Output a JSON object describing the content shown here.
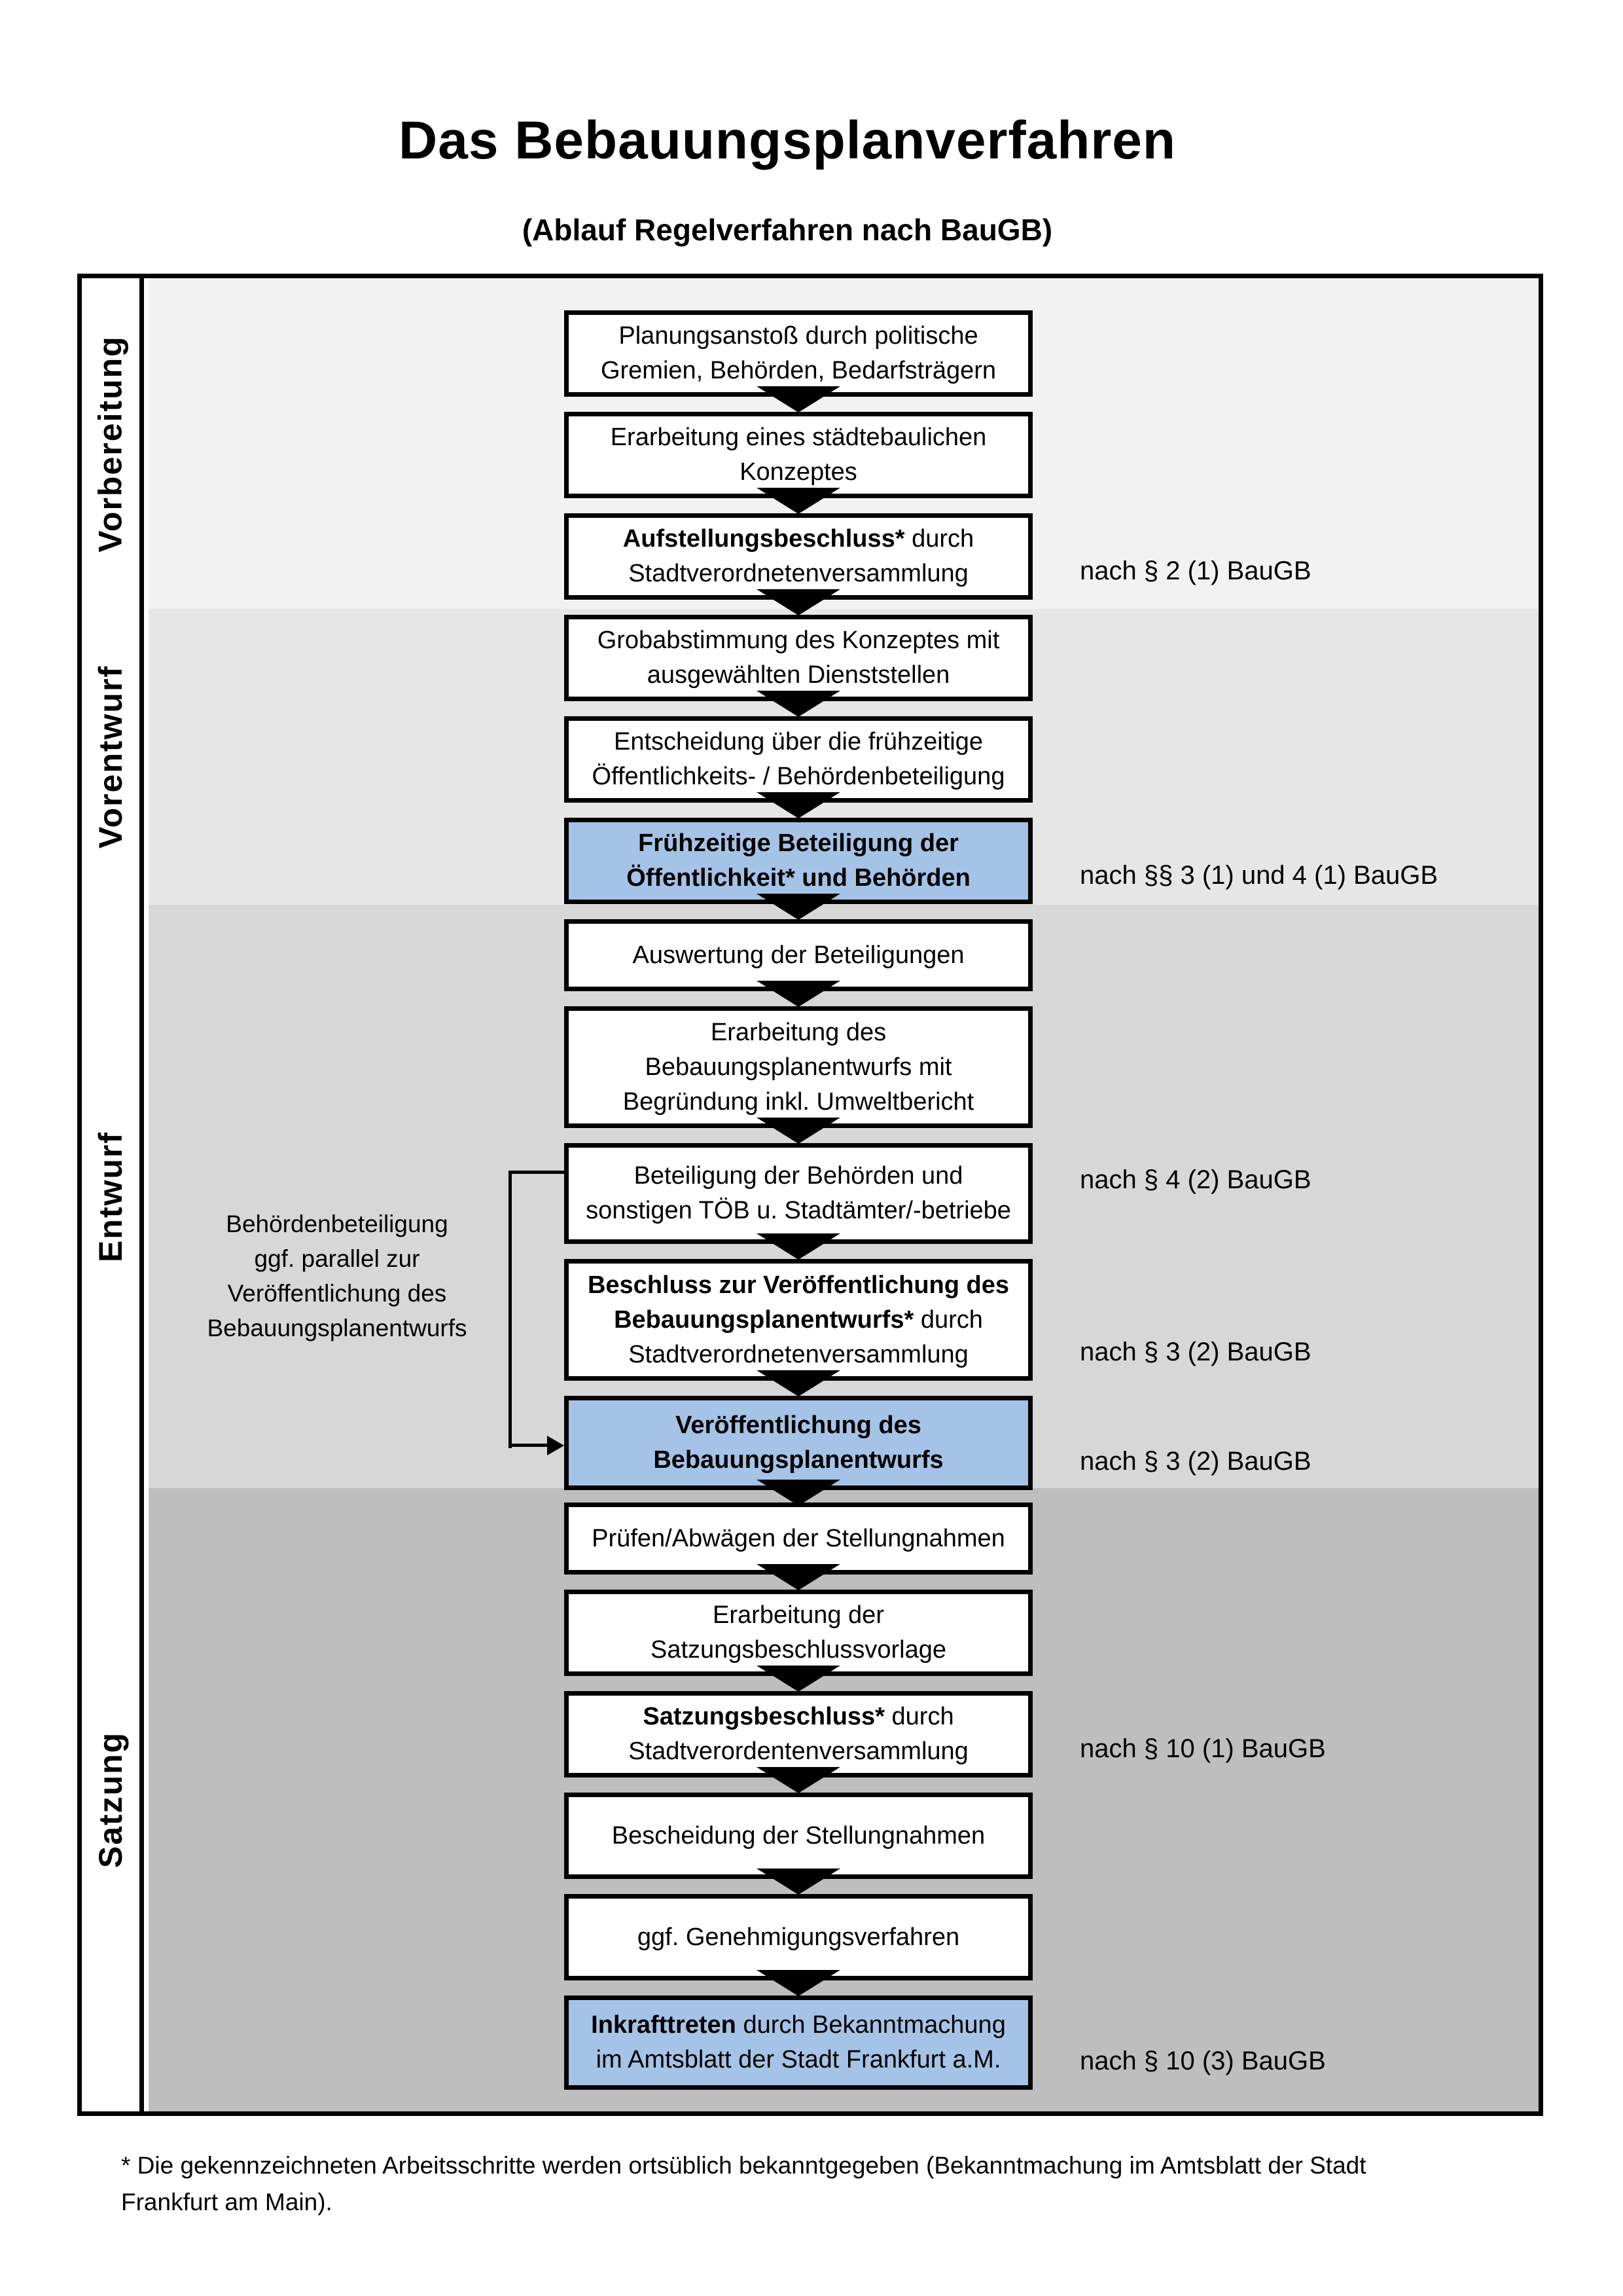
{
  "title": "Das Bebauungsplanverfahren",
  "subtitle": "(Ablauf Regelverfahren nach BauGB)",
  "colors": {
    "box_highlight_blue": "#a5c3e6",
    "row_backgrounds": [
      "#f2f2f2",
      "#e6e6e6",
      "#d7d7d7",
      "#bebebe"
    ],
    "border_black": "#000000"
  },
  "phases": [
    "Vorbereitung",
    "Vorentwurf",
    "Entwurf",
    "Satzung"
  ],
  "steps": [
    {
      "lines": [
        "Planungsanstoß durch politische",
        "Gremien, Behörden, Bedarfsträgern"
      ],
      "blue": false,
      "ref": null
    },
    {
      "lines": [
        "Erarbeitung eines städtebaulichen",
        "Konzeptes"
      ],
      "blue": false,
      "ref": null
    },
    {
      "lines": [
        [
          {
            "t": "Aufstellungsbeschluss*",
            "b": true
          },
          {
            "t": " durch"
          }
        ],
        "Stadtverordnetenversammlung"
      ],
      "blue": false,
      "ref": "nach § 2 (1) BauGB"
    },
    {
      "lines": [
        "Grobabstimmung des Konzeptes mit",
        "ausgewählten Dienststellen"
      ],
      "blue": false,
      "ref": null
    },
    {
      "lines": [
        "Entscheidung über die frühzeitige",
        "Öffentlichkeits- / Behördenbeteiligung"
      ],
      "blue": false,
      "ref": null
    },
    {
      "lines": [
        [
          {
            "t": "Frühzeitige Beteiligung der",
            "b": true
          }
        ],
        [
          {
            "t": "Öffentlichkeit* und Behörden",
            "b": true
          }
        ]
      ],
      "blue": true,
      "ref": "nach §§ 3 (1) und 4 (1) BauGB"
    },
    {
      "lines": [
        "Auswertung der Beteiligungen"
      ],
      "blue": false,
      "ref": null
    },
    {
      "lines": [
        "Erarbeitung des",
        "Bebauungsplanentwurfs mit",
        "Begründung inkl. Umweltbericht"
      ],
      "blue": false,
      "ref": null
    },
    {
      "lines": [
        "Beteiligung der Behörden und",
        "sonstigen TÖB u. Stadtämter/-betriebe"
      ],
      "blue": false,
      "ref": "nach § 4 (2) BauGB"
    },
    {
      "lines": [
        [
          {
            "t": "Beschluss zur Veröffentlichung des",
            "b": true
          }
        ],
        [
          {
            "t": "Bebauungsplanentwurfs*",
            "b": true
          },
          {
            "t": " durch"
          }
        ],
        "Stadtverordnetenversammlung"
      ],
      "blue": false,
      "ref": "nach § 3 (2) BauGB"
    },
    {
      "lines": [
        [
          {
            "t": "Veröffentlichung des",
            "b": true
          }
        ],
        [
          {
            "t": "Bebauungsplanentwurfs",
            "b": true
          }
        ]
      ],
      "blue": true,
      "ref": "nach § 3 (2) BauGB"
    },
    {
      "lines": [
        "Prüfen/Abwägen der Stellungnahmen"
      ],
      "blue": false,
      "ref": null
    },
    {
      "lines": [
        "Erarbeitung der",
        "Satzungsbeschlussvorlage"
      ],
      "blue": false,
      "ref": null
    },
    {
      "lines": [
        [
          {
            "t": "Satzungsbeschluss*",
            "b": true
          },
          {
            "t": " durch"
          }
        ],
        "Stadtverordentenversammlung"
      ],
      "blue": false,
      "ref": "nach § 10 (1) BauGB"
    },
    {
      "lines": [
        "Bescheidung der Stellungnahmen"
      ],
      "blue": false,
      "ref": null
    },
    {
      "lines": [
        "ggf. Genehmigungsverfahren"
      ],
      "blue": false,
      "ref": null
    },
    {
      "lines": [
        [
          {
            "t": "Inkrafttreten",
            "b": true
          },
          {
            "t": " durch Bekanntmachung"
          }
        ],
        "im Amtsblatt der Stadt Frankfurt a.M."
      ],
      "blue": true,
      "ref": "nach § 10 (3) BauGB"
    }
  ],
  "side_note": {
    "lines": [
      "Behördenbeteiligung",
      "ggf. parallel zur",
      "Veröffentlichung des",
      "Bebauungsplanentwurfs"
    ]
  },
  "footnote": {
    "line1": "* Die gekennzeichneten Arbeitsschritte werden ortsüblich bekanntgegeben (Bekanntmachung im Amtsblatt  der Stadt",
    "line2": "Frankfurt am Main)."
  }
}
